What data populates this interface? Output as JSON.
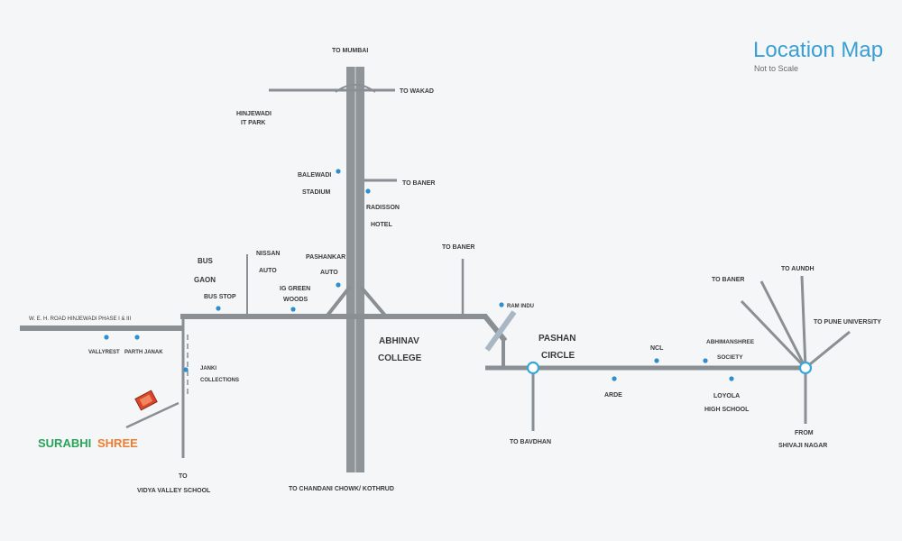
{
  "map": {
    "title": "Location Map",
    "subtitle": "Not to Scale",
    "labels": {
      "to_mumbai": "TO MUMBAI",
      "to_wakad": "TO WAKAD",
      "hinjewadi_1": "HINJEWADI",
      "hinjewadi_2": "IT PARK",
      "balewadi_1": "BALEWADI",
      "balewadi_2": "STADIUM",
      "to_baner_top": "TO BANER",
      "radisson_1": "RADISSON",
      "radisson_2": "HOTEL",
      "to_baner_mid": "TO BANER",
      "bus_1": "BUS",
      "bus_2": "GAON",
      "bus_stop": "BUS STOP",
      "nissan_1": "NISSAN",
      "nissan_2": "AUTO",
      "ig_green_1": "IG GREEN",
      "ig_green_2": "WOODS",
      "pashankar_1": "PASHANKAR",
      "pashankar_2": "AUTO",
      "hwy_road": "W. E. H. ROAD HINJEWADI PHASE I & III",
      "valleyrest": "VALLYREST",
      "parth": "PARTH JANAK",
      "janki_1": "JANKI",
      "janki_2": "COLLECTIONS",
      "abhinav_1": "ABHINAV",
      "abhinav_2": "COLLEGE",
      "ram_indu": "RAM INDU",
      "pashan_1": "PASHAN",
      "pashan_2": "CIRCLE",
      "ncl": "NCL",
      "abhimanshree_1": "ABHIMANSHREE",
      "abhimanshree_2": "SOCIETY",
      "arde": "ARDE",
      "loyola_1": "LOYOLA",
      "loyola_2": "HIGH SCHOOL",
      "to_baner_right": "TO BANER",
      "to_aundh": "TO AUNDH",
      "to_pune_uni": "TO PUNE UNIVERSITY",
      "from_1": "FROM",
      "from_2": "SHIVAJI NAGAR",
      "to_bavdhan": "TO BAVDHAN",
      "to_chandani": "TO CHANDANI CHOWK/ KOTHRUD",
      "to_vidya_1": "TO",
      "to_vidya_2": "VIDYA VALLEY SCHOOL",
      "surabhi": "SURABHI",
      "shree": "SHREE"
    },
    "colors": {
      "road": "#8a8f94",
      "accent_blue": "#2f8ecb",
      "brand_green": "#2aa35a",
      "brand_orange": "#ef7d2f",
      "marker_red": "#d9462b",
      "title_blue": "#3a9fd4"
    }
  }
}
